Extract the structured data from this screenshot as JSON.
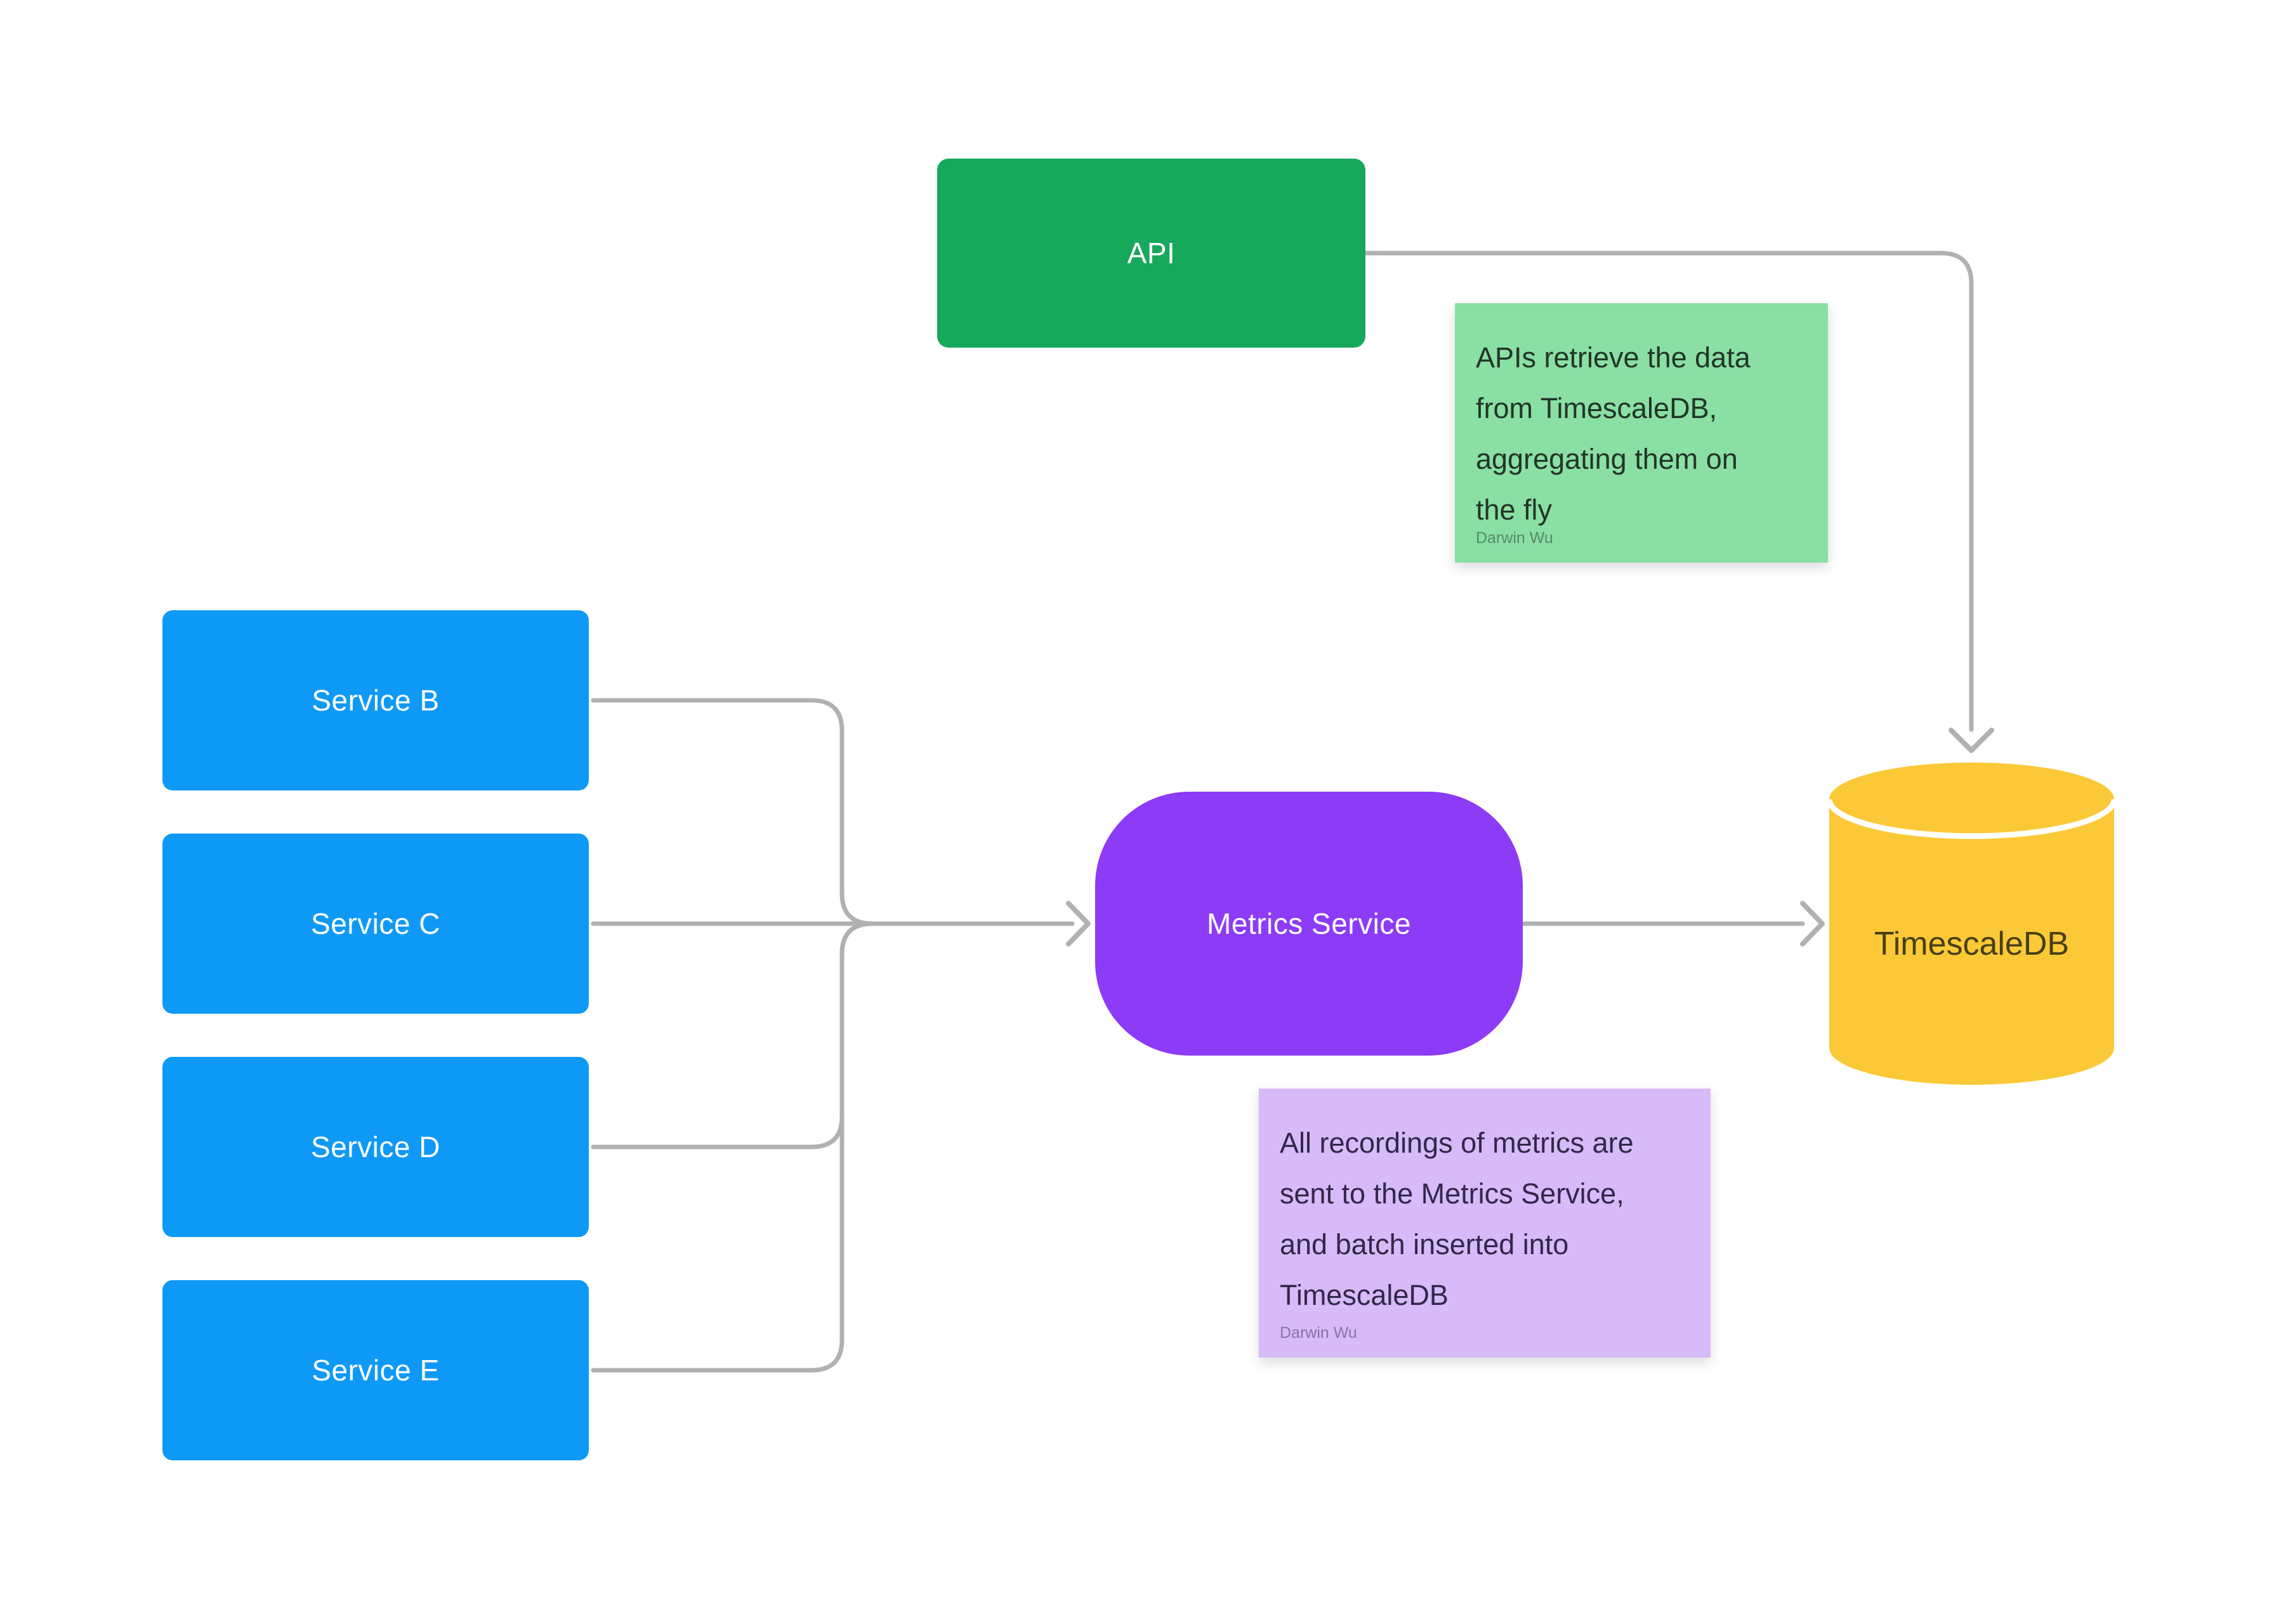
{
  "colors": {
    "api_green": "#16A85B",
    "service_blue": "#0F99F7",
    "metrics_purple": "#8C3BF6",
    "db_yellow": "#FBC937",
    "note_green": "#8ADFA5",
    "note_purple": "#D7BAF8",
    "connector_gray": "#B1B1B1",
    "canvas_white": "#FFFFFF"
  },
  "nodes": {
    "api": {
      "label": "API"
    },
    "services": [
      {
        "label": "Service B"
      },
      {
        "label": "Service C"
      },
      {
        "label": "Service D"
      },
      {
        "label": "Service E"
      }
    ],
    "metrics": {
      "label": "Metrics Service"
    },
    "db": {
      "label": "TimescaleDB"
    }
  },
  "notes": {
    "api_note": {
      "lines": [
        "APIs retrieve the data",
        "from TimescaleDB,",
        "aggregating them on",
        "the fly"
      ],
      "author": "Darwin Wu"
    },
    "metrics_note": {
      "lines": [
        "All recordings of metrics are",
        "sent to the Metrics Service,",
        "and batch inserted into",
        "TimescaleDB"
      ],
      "author": "Darwin Wu"
    }
  }
}
